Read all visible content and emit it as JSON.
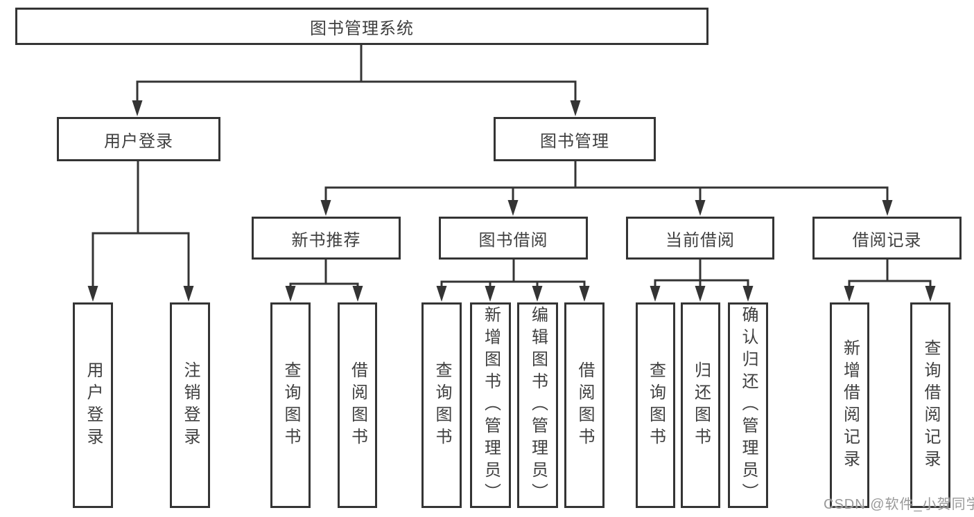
{
  "diagram": {
    "type": "tree",
    "title": "图书管理系统",
    "root": {
      "label": "图书管理系统",
      "children": [
        {
          "label": "用户登录",
          "children": [
            {
              "label": "用户登录"
            },
            {
              "label": "注销登录"
            }
          ]
        },
        {
          "label": "图书管理",
          "children": [
            {
              "label": "新书推荐",
              "children": [
                {
                  "label": "查询图书"
                },
                {
                  "label": "借阅图书"
                }
              ]
            },
            {
              "label": "图书借阅",
              "children": [
                {
                  "label": "查询图书"
                },
                {
                  "label": "新增图书（管理员）"
                },
                {
                  "label": "编辑图书（管理员）"
                },
                {
                  "label": "借阅图书"
                }
              ]
            },
            {
              "label": "当前借阅",
              "children": [
                {
                  "label": "查询图书"
                },
                {
                  "label": "归还图书"
                },
                {
                  "label": "确认归还（管理员）"
                }
              ]
            },
            {
              "label": "借阅记录",
              "children": [
                {
                  "label": "新增借阅记录"
                },
                {
                  "label": "查询借阅记录"
                }
              ]
            }
          ]
        }
      ]
    }
  },
  "colors": {
    "line": "#343434",
    "box_border": "#343434",
    "text": "#3f3f3f",
    "watermark": "#949494"
  },
  "watermark": {
    "text": "CSDN @软件_小贺同学"
  }
}
